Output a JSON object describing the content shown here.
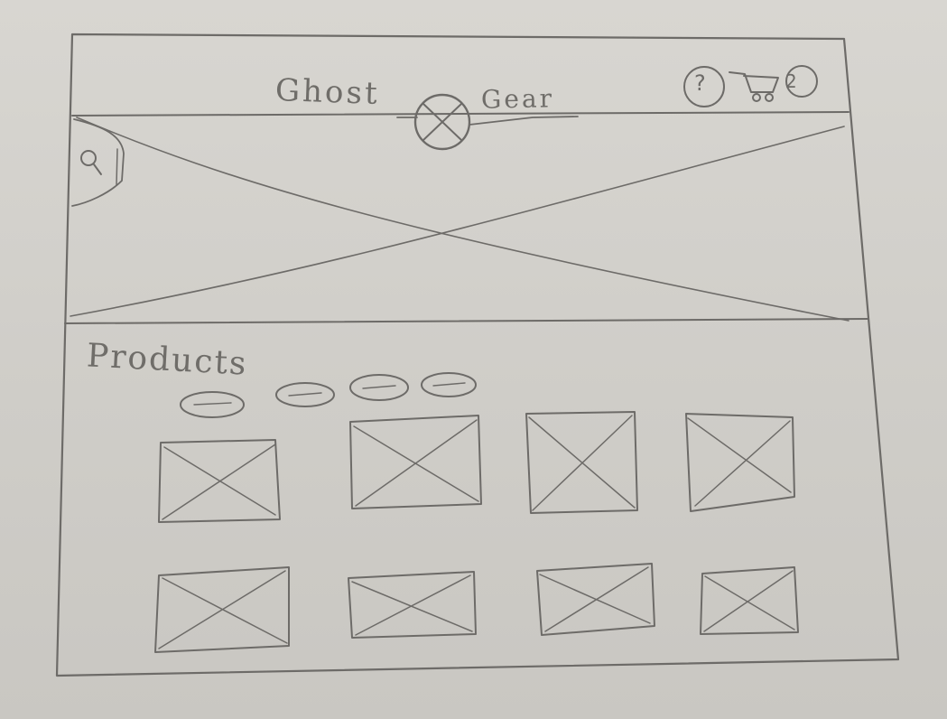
{
  "header": {
    "brand_left": "Ghost",
    "brand_right": "Gear",
    "help_glyph": "?",
    "cart_count": "2"
  },
  "products": {
    "title": "Products",
    "filter_pills": 4,
    "product_cards": 8
  }
}
